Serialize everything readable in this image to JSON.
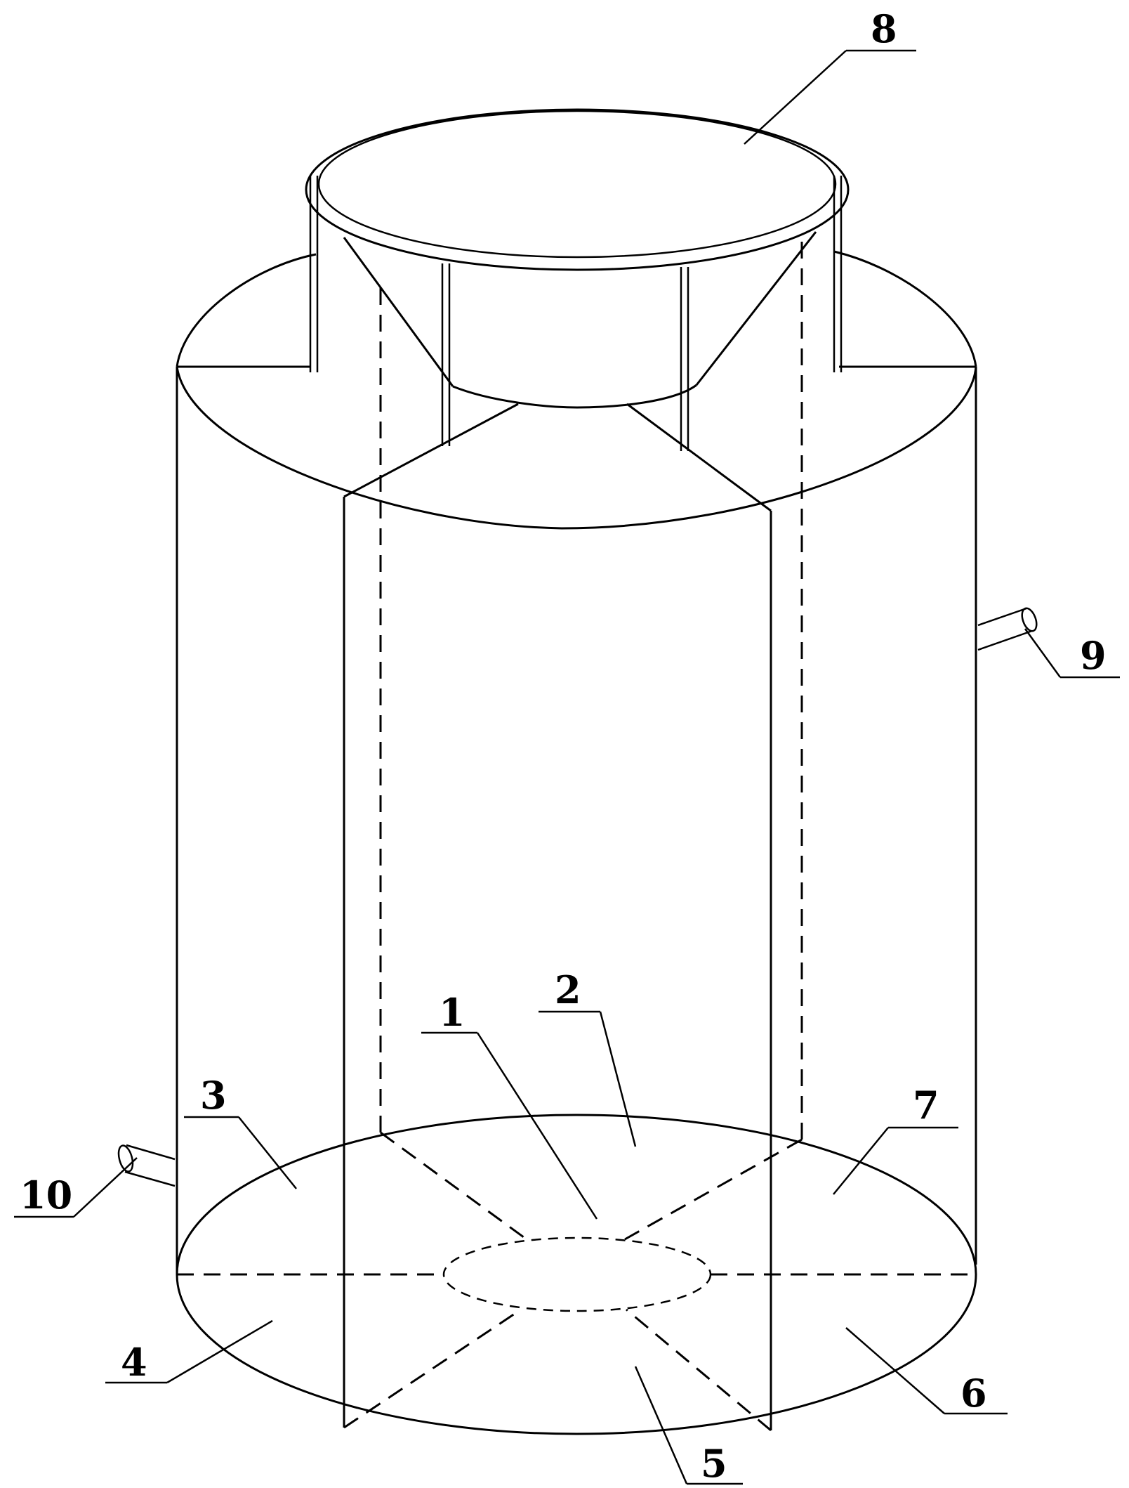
{
  "callouts": [
    {
      "id": "1",
      "text": "1"
    },
    {
      "id": "2",
      "text": "2"
    },
    {
      "id": "3",
      "text": "3"
    },
    {
      "id": "4",
      "text": "4"
    },
    {
      "id": "5",
      "text": "5"
    },
    {
      "id": "6",
      "text": "6"
    },
    {
      "id": "7",
      "text": "7"
    },
    {
      "id": "8",
      "text": "8"
    },
    {
      "id": "9",
      "text": "9"
    },
    {
      "id": "10",
      "text": "10"
    }
  ],
  "colors": {
    "line": "#000000",
    "background": "#ffffff"
  }
}
